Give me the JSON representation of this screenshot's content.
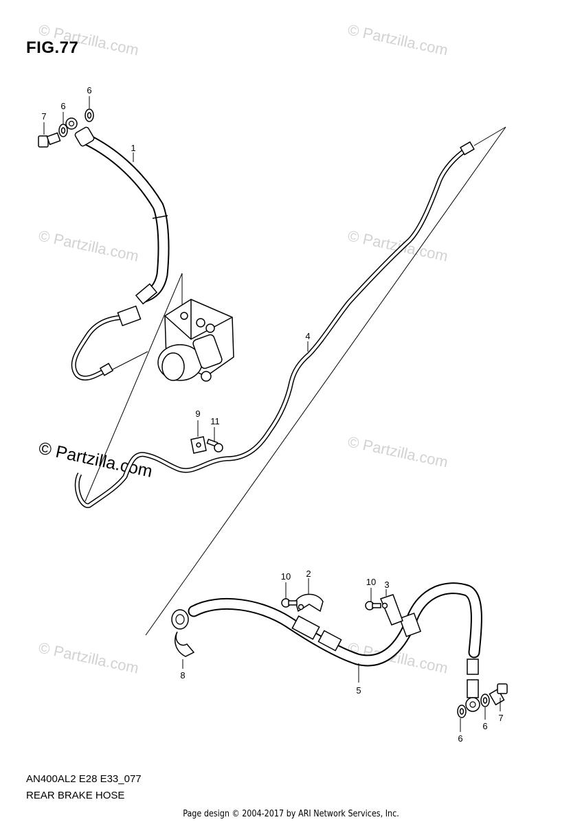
{
  "figure_title": "FIG.77",
  "watermark_text": "© Partzilla.com",
  "footer": {
    "code": "AN400AL2 E28 E33_077",
    "name": "REAR BRAKE HOSE",
    "credit": "Page design © 2004-2017 by ARI Network Services, Inc."
  },
  "callouts": {
    "c1": "1",
    "c2": "2",
    "c3": "3",
    "c4": "4",
    "c5": "5",
    "c6a": "6",
    "c6b": "6",
    "c6c": "6",
    "c6d": "6",
    "c7a": "7",
    "c7b": "7",
    "c8": "8",
    "c9": "9",
    "c10a": "10",
    "c10b": "10",
    "c11": "11"
  }
}
